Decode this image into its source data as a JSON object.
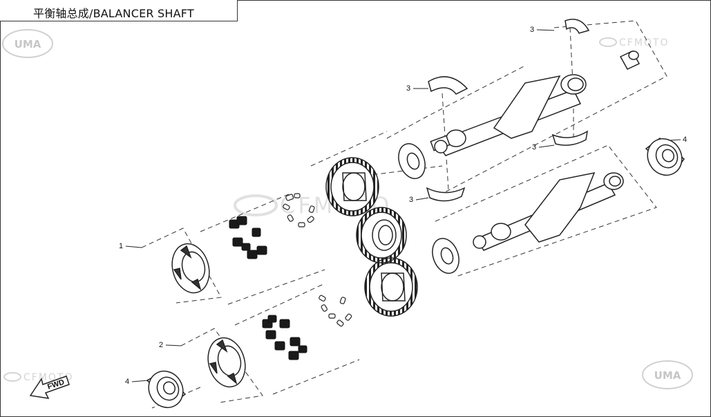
{
  "title": "平衡轴总成/BALANCER SHAFT",
  "logos": {
    "uma": "UMA",
    "cfmoto": "CFMOTO",
    "fwd": "FWD"
  },
  "callouts": [
    {
      "id": "c1",
      "label": "1"
    },
    {
      "id": "c2",
      "label": "2"
    },
    {
      "id": "c3a",
      "label": "3"
    },
    {
      "id": "c3b",
      "label": "3"
    },
    {
      "id": "c3c",
      "label": "3"
    },
    {
      "id": "c3d",
      "label": "3"
    },
    {
      "id": "c4a",
      "label": "4"
    },
    {
      "id": "c4b",
      "label": "4"
    }
  ]
}
